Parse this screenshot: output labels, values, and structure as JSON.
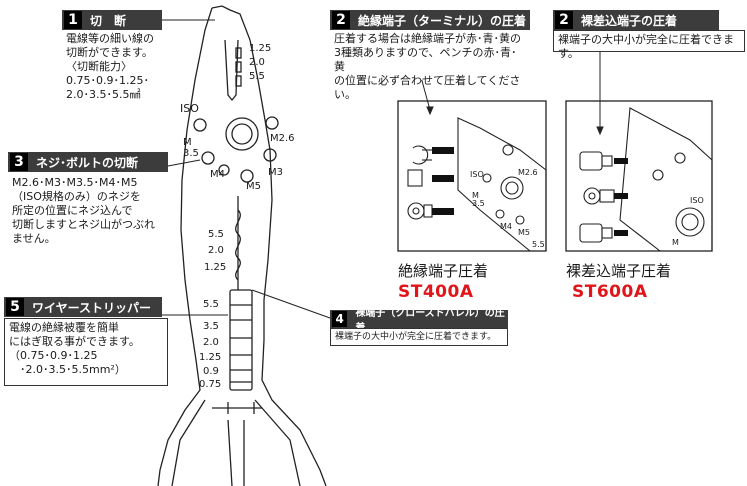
{
  "cut": {
    "number": "1",
    "title": "切　断",
    "text": "電線等の細い線の\n切断ができます。\n〈切断能力〉\n0.75･0.9･1.25･\n2.0･3.5･5.5㎟"
  },
  "cut_sizes": [
    "1.25",
    "2.0",
    "5.5"
  ],
  "screw": {
    "number": "3",
    "title": "ネジ･ボルトの切断",
    "text": "M2.6･M3･M3.5･M4･M5\n（ISO規格のみ）のネジを\n所定の位置にネジ込んで\n切断しますとネジ山がつぶれ\nません。"
  },
  "screw_holes": [
    "ISO",
    "M\n3.5",
    "M2.6",
    "M4",
    "M5",
    "M3"
  ],
  "crimp_insulated": {
    "number": "2",
    "title": "絶縁端子（ターミナル）の圧着",
    "text": "圧着する場合は絶縁端子が赤･青･黄の\n3種類ありますので、ペンチの赤･青･黄\nの位置に必ず合わせて圧着してください。",
    "caption": "絶縁端子圧着",
    "model": "ST400A"
  },
  "crimp_bare": {
    "number": "2",
    "title": "裸差込端子の圧着",
    "text": "裸端子の大中小が完全に圧着できます。",
    "caption": "裸差込端子圧着",
    "model": "ST600A"
  },
  "crimp_sizes": [
    "5.5",
    "2.0",
    "1.25"
  ],
  "closed_barrel": {
    "number": "4",
    "title": "裸端子（クローズドバレル）の圧着",
    "text": "裸端子の大中小が完全に圧着できます。"
  },
  "stripper": {
    "number": "5",
    "title": "ワイヤーストリッパー",
    "text": "電線の絶縁被覆を簡単\nにはぎ取る事ができます。\n（0.75･0.9･1.25\n　･2.0･3.5･5.5mm²）"
  },
  "strip_sizes": [
    "5.5",
    "3.5",
    "2.0",
    "1.25",
    "0.9",
    "0.75"
  ],
  "inset_holes_insulated": [
    "ISO",
    "M\n3.5",
    "M2.6",
    "M4",
    "M5",
    "5.5"
  ],
  "inset_holes_bare": [
    "ISO",
    "M"
  ]
}
